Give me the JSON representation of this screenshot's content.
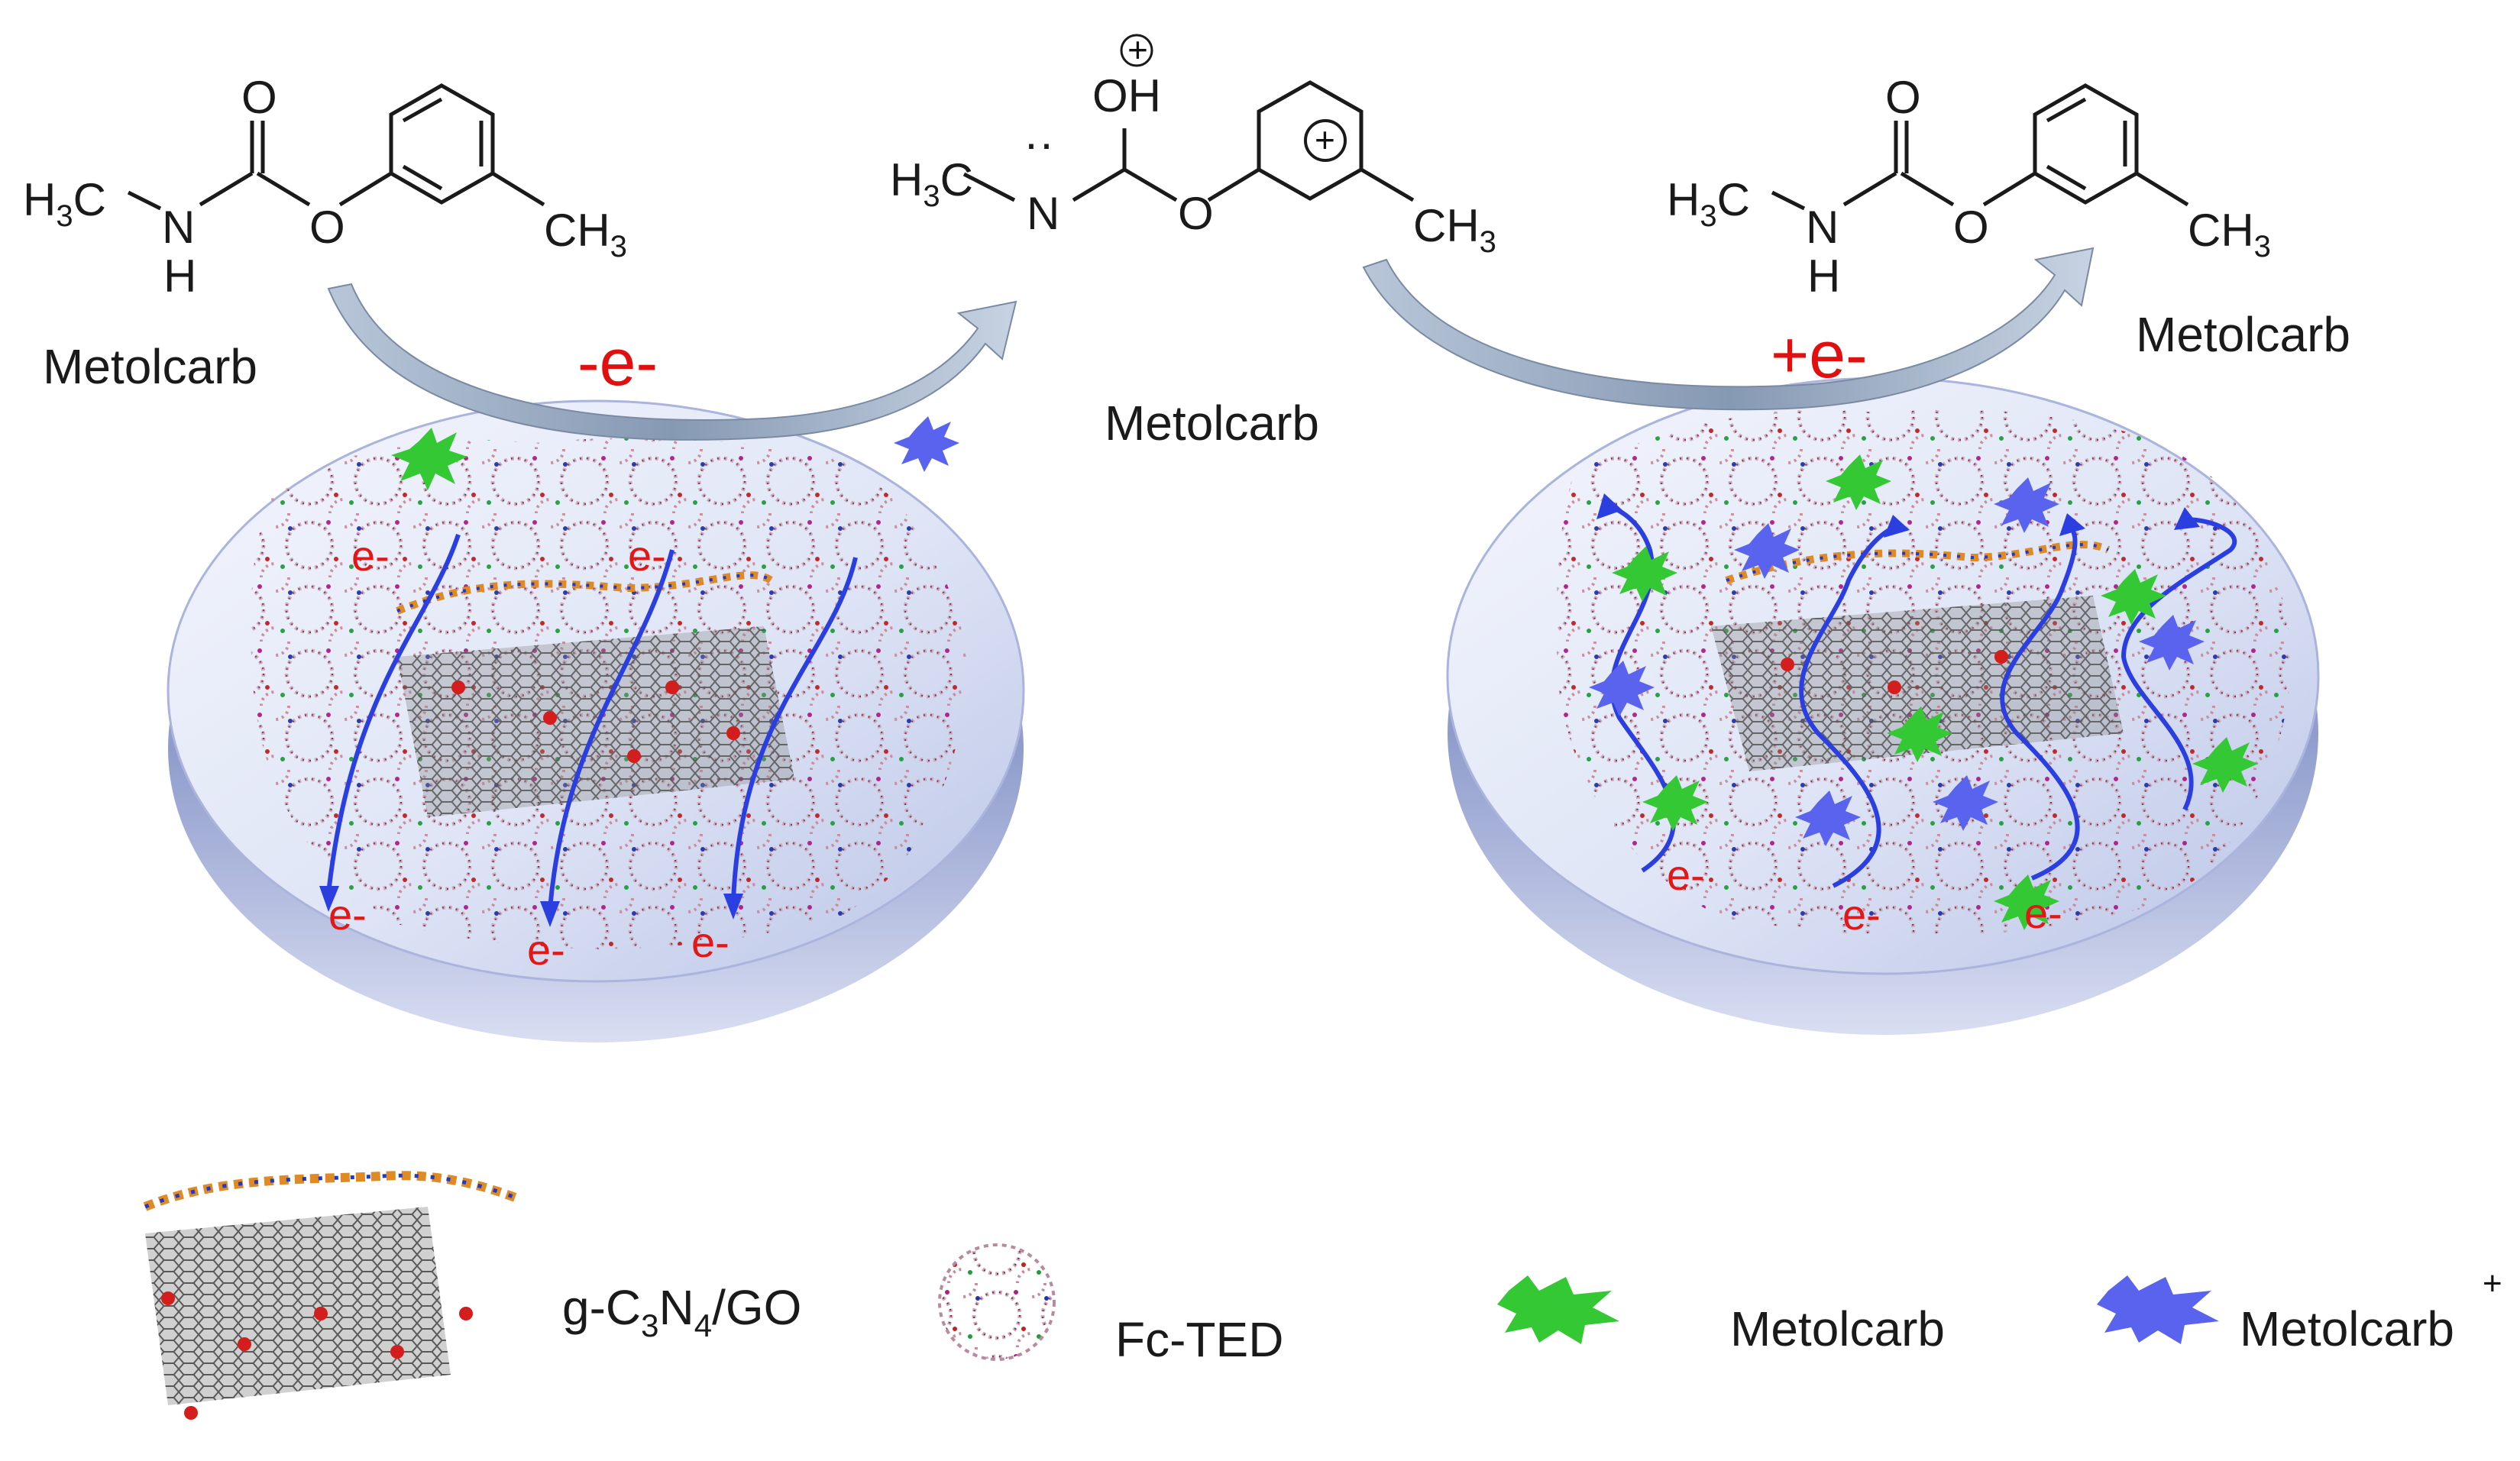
{
  "molecules": {
    "left": {
      "n_label": "N",
      "h_label": "H",
      "o_top": "O",
      "o_ester": "O",
      "methyl_left_main": "H",
      "methyl_left_sub": "3",
      "methyl_left_tail": "C",
      "methyl_right_main": "CH",
      "methyl_right_sub": "3",
      "name": "Metolcarb"
    },
    "middle": {
      "n_label": "N",
      "oh_label": "OH",
      "o_ester": "O",
      "charge_symbol": "+",
      "methyl_left_main": "H",
      "methyl_left_sub": "3",
      "methyl_left_tail": "C",
      "methyl_right_main": "CH",
      "methyl_right_sub": "3",
      "lone_pair": "··",
      "name": "Metolcarb"
    },
    "right": {
      "n_label": "N",
      "h_label": "H",
      "o_top": "O",
      "o_ester": "O",
      "methyl_left_main": "H",
      "methyl_left_sub": "3",
      "methyl_left_tail": "C",
      "methyl_right_main": "CH",
      "methyl_right_sub": "3",
      "name": "Metolcarb"
    }
  },
  "process": {
    "oxidation_label": "-e-",
    "reduction_label": "+e-",
    "electron_label": "e-"
  },
  "legend": {
    "composite_label_parts": [
      "g-C",
      "3",
      "N",
      "4",
      "/GO"
    ],
    "fcted_label": "Fc-TED",
    "metolcarb_label": "Metolcarb",
    "metolcarb_ion_label": "Metolcarb",
    "metolcarb_ion_charge": "+"
  },
  "colors": {
    "oxidation_text": "#e01010",
    "electron_text": "#e01818",
    "electron_path": "#2b3fe0",
    "metolcarb_marker": "#34c934",
    "metolcarb_ion_marker": "#5a63ee",
    "electrode_disc": "#dde3f5",
    "arrow_fill": "#9fb0c8"
  }
}
